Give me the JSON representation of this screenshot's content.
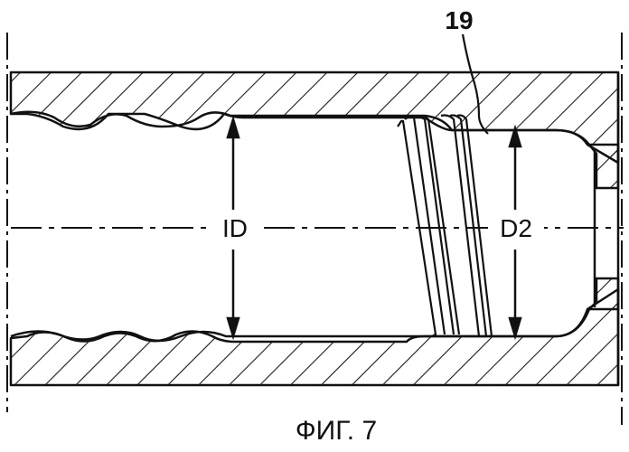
{
  "diagram": {
    "reference_numeral": "19",
    "dimension_left": "ID",
    "dimension_right": "D2",
    "caption": "ФИГ. 7"
  }
}
